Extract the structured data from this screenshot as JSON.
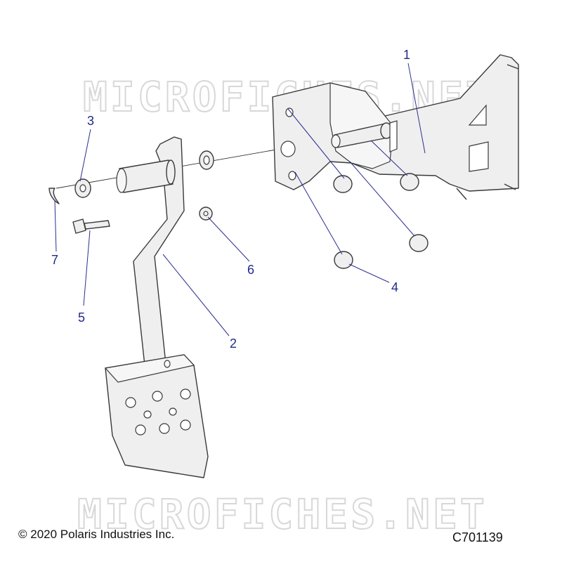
{
  "watermark": {
    "top": "MICROFICHES.NET",
    "bottom": "MICROFICHES.NET"
  },
  "callouts": [
    {
      "id": "1",
      "label": "1"
    },
    {
      "id": "2",
      "label": "2"
    },
    {
      "id": "3",
      "label": "3"
    },
    {
      "id": "4",
      "label": "4"
    },
    {
      "id": "5",
      "label": "5"
    },
    {
      "id": "6",
      "label": "6"
    },
    {
      "id": "7",
      "label": "7"
    }
  ],
  "footer": {
    "copyright": "© 2020 Polaris Industries Inc.",
    "diagram_code": "C701139"
  },
  "colors": {
    "callout": "#1f2a8a",
    "line_art": "#3a3a3a",
    "watermark": "#d8d8d8"
  }
}
